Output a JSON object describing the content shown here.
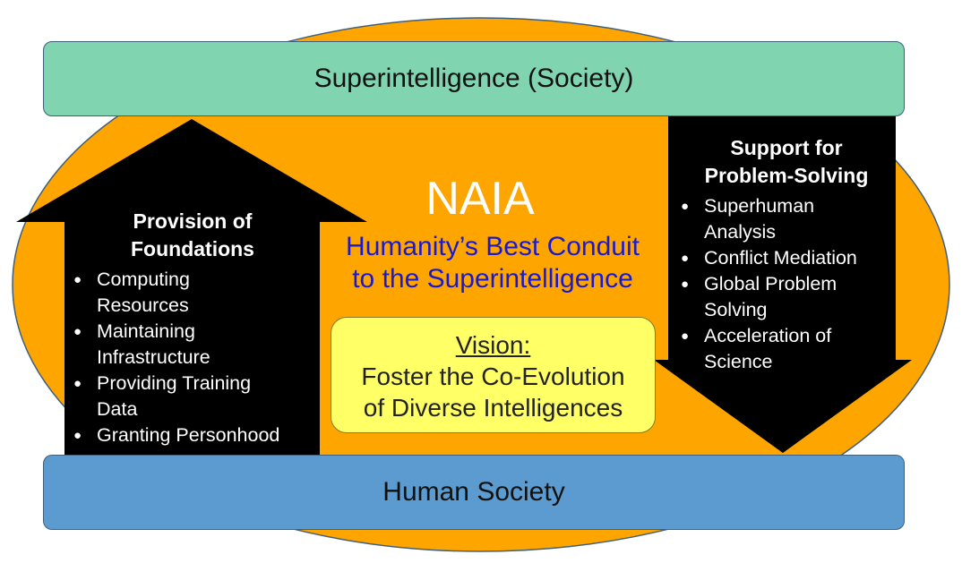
{
  "top_bar": {
    "label": "Superintelligence (Society)",
    "color": "#80d4b0"
  },
  "bottom_bar": {
    "label": "Human Society",
    "color": "#5b9bd0"
  },
  "background_ellipse_color": "#ffa500",
  "center": {
    "title": "NAIA",
    "subtitle_line1": "Humanity’s Best Conduit",
    "subtitle_line2": "to the Superintelligence",
    "vision": {
      "heading": "Vision:",
      "line1": "Foster the Co-Evolution",
      "line2": "of Diverse Intelligences",
      "color": "#ffff66"
    }
  },
  "left_arrow": {
    "direction": "up",
    "title_line1": "Provision of",
    "title_line2": "Foundations",
    "items": [
      {
        "line1": "Computing",
        "line2": "Resources"
      },
      {
        "line1": "Maintaining",
        "line2": "Infrastructure"
      },
      {
        "line1": "Providing Training",
        "line2": "Data"
      },
      {
        "line1": "Granting Personhood",
        "line2": ""
      }
    ]
  },
  "right_arrow": {
    "direction": "down",
    "title_line1": "Support for",
    "title_line2": "Problem-Solving",
    "items": [
      {
        "line1": "Superhuman",
        "line2": "Analysis"
      },
      {
        "line1": "Conflict Mediation",
        "line2": ""
      },
      {
        "line1": "Global Problem",
        "line2": "Solving"
      },
      {
        "line1": "Acceleration of",
        "line2": "Science"
      }
    ]
  }
}
